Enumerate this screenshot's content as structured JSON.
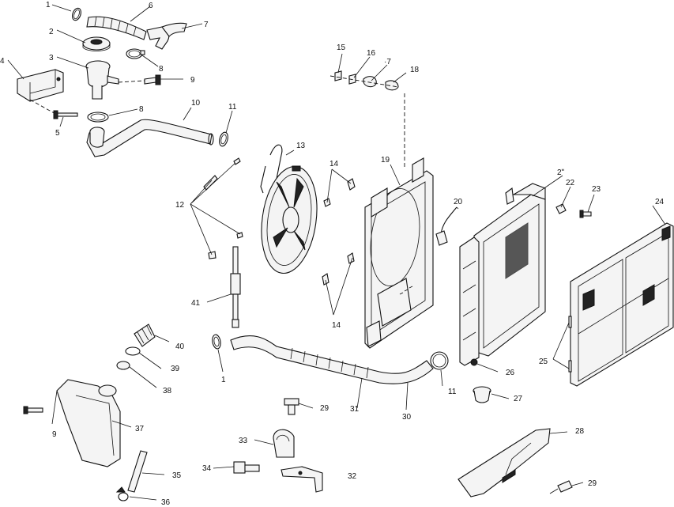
{
  "callouts": [
    {
      "id": "c1a",
      "text": "1"
    },
    {
      "id": "c2",
      "text": "2"
    },
    {
      "id": "c3",
      "text": "3"
    },
    {
      "id": "c4",
      "text": "4"
    },
    {
      "id": "c5",
      "text": "5"
    },
    {
      "id": "c6",
      "text": "6"
    },
    {
      "id": "c7",
      "text": "7"
    },
    {
      "id": "c8a",
      "text": "8"
    },
    {
      "id": "c8b",
      "text": "8"
    },
    {
      "id": "c9a",
      "text": "9"
    },
    {
      "id": "c10",
      "text": "10"
    },
    {
      "id": "c11a",
      "text": "11"
    },
    {
      "id": "c12",
      "text": "12"
    },
    {
      "id": "c13",
      "text": "13"
    },
    {
      "id": "c14a",
      "text": "14"
    },
    {
      "id": "c14b",
      "text": "14"
    },
    {
      "id": "c15",
      "text": "15"
    },
    {
      "id": "c16",
      "text": "16"
    },
    {
      "id": "c17",
      "text": "·7"
    },
    {
      "id": "c18",
      "text": "18"
    },
    {
      "id": "c19",
      "text": "19"
    },
    {
      "id": "c20",
      "text": "20"
    },
    {
      "id": "c21",
      "text": "2ʺ"
    },
    {
      "id": "c22",
      "text": "22"
    },
    {
      "id": "c23",
      "text": "23"
    },
    {
      "id": "c24",
      "text": "24"
    },
    {
      "id": "c25",
      "text": "25"
    },
    {
      "id": "c26",
      "text": "26"
    },
    {
      "id": "c27",
      "text": "27"
    },
    {
      "id": "c28",
      "text": "28"
    },
    {
      "id": "c29a",
      "text": "29"
    },
    {
      "id": "c29b",
      "text": "29"
    },
    {
      "id": "c30",
      "text": "30"
    },
    {
      "id": "c31",
      "text": "31"
    },
    {
      "id": "c32",
      "text": "32"
    },
    {
      "id": "c33",
      "text": "33"
    },
    {
      "id": "c34",
      "text": "34"
    },
    {
      "id": "c35",
      "text": "35"
    },
    {
      "id": "c36",
      "text": "36"
    },
    {
      "id": "c37",
      "text": "37"
    },
    {
      "id": "c38",
      "text": "38"
    },
    {
      "id": "c39",
      "text": "39"
    },
    {
      "id": "c40",
      "text": "40"
    },
    {
      "id": "c41",
      "text": "41"
    },
    {
      "id": "c1b",
      "text": "1"
    },
    {
      "id": "c11b",
      "text": "11"
    },
    {
      "id": "c9b",
      "text": "9"
    }
  ]
}
